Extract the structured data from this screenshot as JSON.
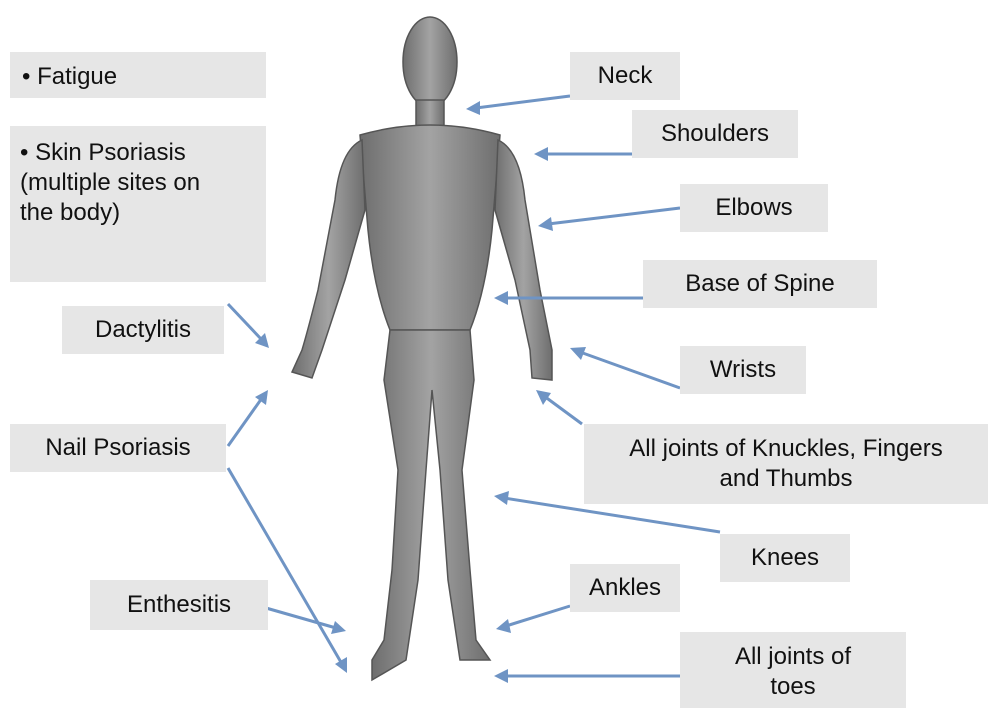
{
  "labels": {
    "fatigue": "• Fatigue",
    "skin_psoriasis": [
      "• Skin Psoriasis",
      "(multiple sites on",
      "the body)"
    ],
    "dactylitis": "Dactylitis",
    "nail_psoriasis": "Nail Psoriasis",
    "enthesitis": "Enthesitis",
    "neck": "Neck",
    "shoulders": "Shoulders",
    "elbows": "Elbows",
    "base_of_spine": "Base of Spine",
    "wrists": "Wrists",
    "knuckles": [
      "All joints of Knuckles, Fingers",
      "and Thumbs"
    ],
    "knees": "Knees",
    "ankles": "Ankles",
    "toes": [
      "All joints of",
      "toes"
    ]
  },
  "colors": {
    "arrow": "#6f94c4",
    "label_bg": "#e6e6e6",
    "figure": "#8c8c8c"
  },
  "figure": "human-body-front-view"
}
